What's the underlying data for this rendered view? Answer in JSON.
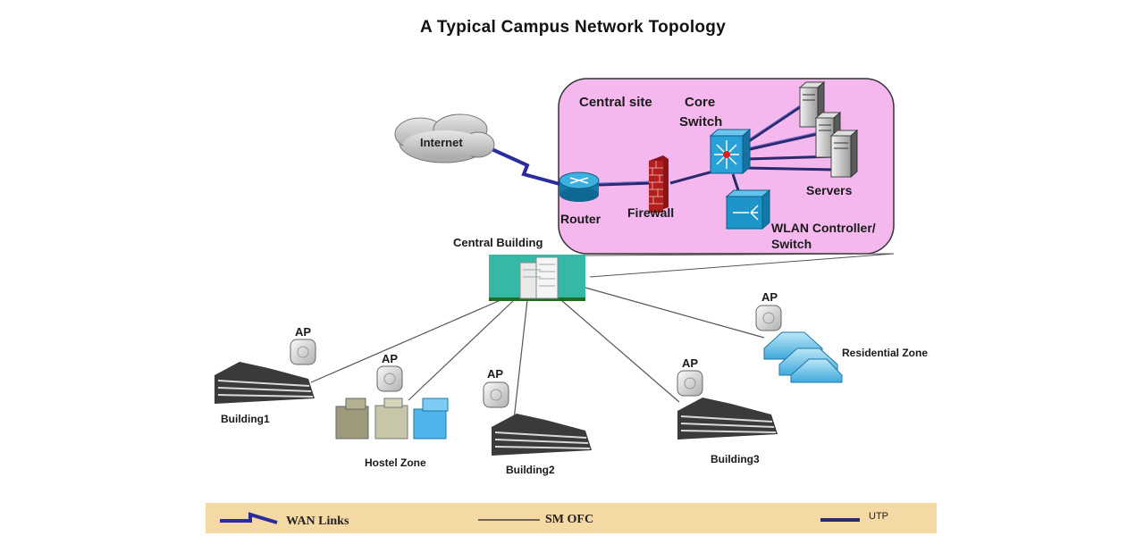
{
  "title": "A Typical  Campus Network Topology",
  "central_site": {
    "label": "Central site",
    "nodes": {
      "internet": "Internet",
      "router": "Router",
      "firewall": "Firewall",
      "core_switch_line1": "Core",
      "core_switch_line2": "Switch",
      "servers": "Servers",
      "wlan_line1": "WLAN Controller/",
      "wlan_line2": "Switch"
    }
  },
  "campus": {
    "central_building": "Central Building",
    "ap_label": "AP",
    "sites": [
      {
        "name": "Building1"
      },
      {
        "name": "Hostel Zone"
      },
      {
        "name": "Building2"
      },
      {
        "name": "Building3"
      },
      {
        "name": "Residential Zone"
      }
    ]
  },
  "legend": {
    "wan": "WAN Links",
    "smofc": "SM OFC",
    "utp": "UTP"
  },
  "colors": {
    "central_site_bg": "#f4b8ee",
    "wan_link": "#2b2b9e",
    "utp_link": "#2a2a6e",
    "legend_bg": "#f5d9a4",
    "central_building_bg": "#36b8a6",
    "device_blue": "#1d95c9"
  }
}
